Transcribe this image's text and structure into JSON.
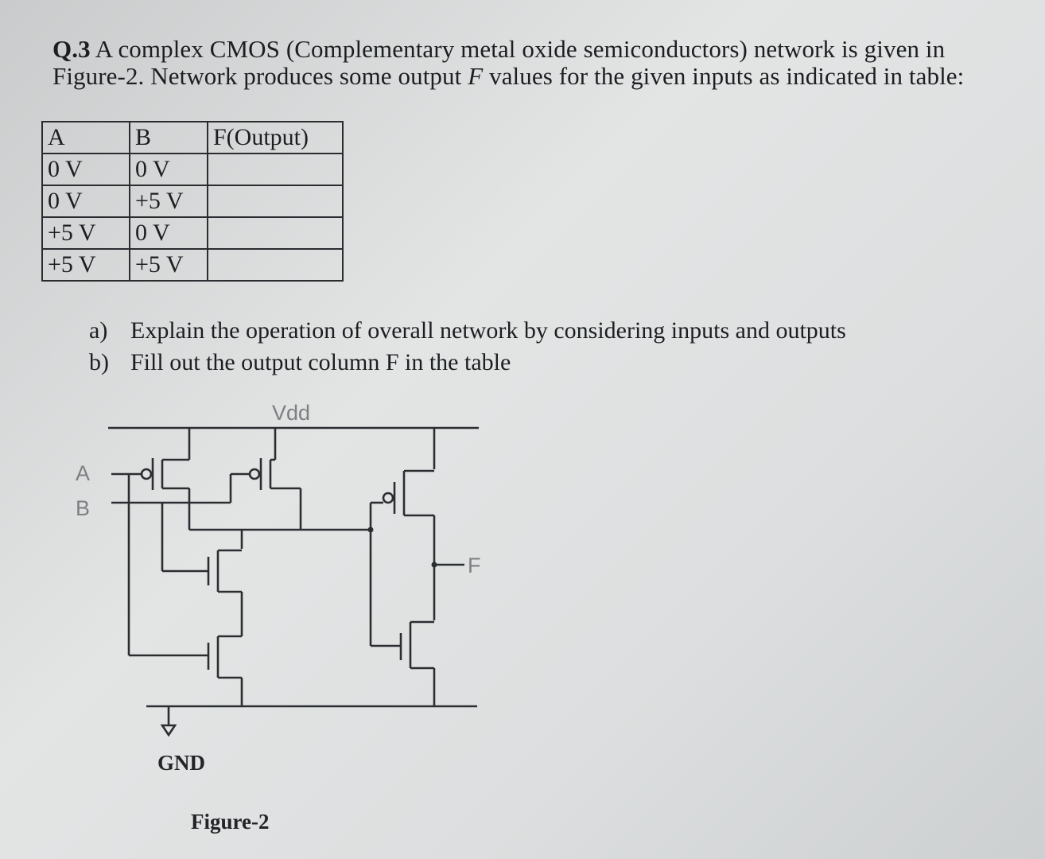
{
  "question": {
    "number": "Q.3",
    "line1_rest": " A complex CMOS (Complementary metal oxide semiconductors) network is given in",
    "line2_before": "Figure-2. Network produces some output ",
    "line2_var": "F",
    "line2_after": " values for the given inputs as indicated in table:"
  },
  "table": {
    "headers": [
      "A",
      "B",
      "F(Output)"
    ],
    "rows": [
      [
        "0 V",
        "0 V",
        ""
      ],
      [
        "0 V",
        "+5 V",
        ""
      ],
      [
        "+5 V",
        "0 V",
        ""
      ],
      [
        "+5 V",
        "+5 V",
        ""
      ]
    ]
  },
  "parts": [
    {
      "label": "a)",
      "text": "Explain the operation of overall network by considering inputs and outputs"
    },
    {
      "label": "b)",
      "text": "Fill out the output column F in the table"
    }
  ],
  "figure": {
    "vdd_label": "Vdd",
    "input_a_label": "A",
    "input_b_label": "B",
    "output_label": "F",
    "gnd_label": "GND",
    "caption": "Figure-2"
  }
}
